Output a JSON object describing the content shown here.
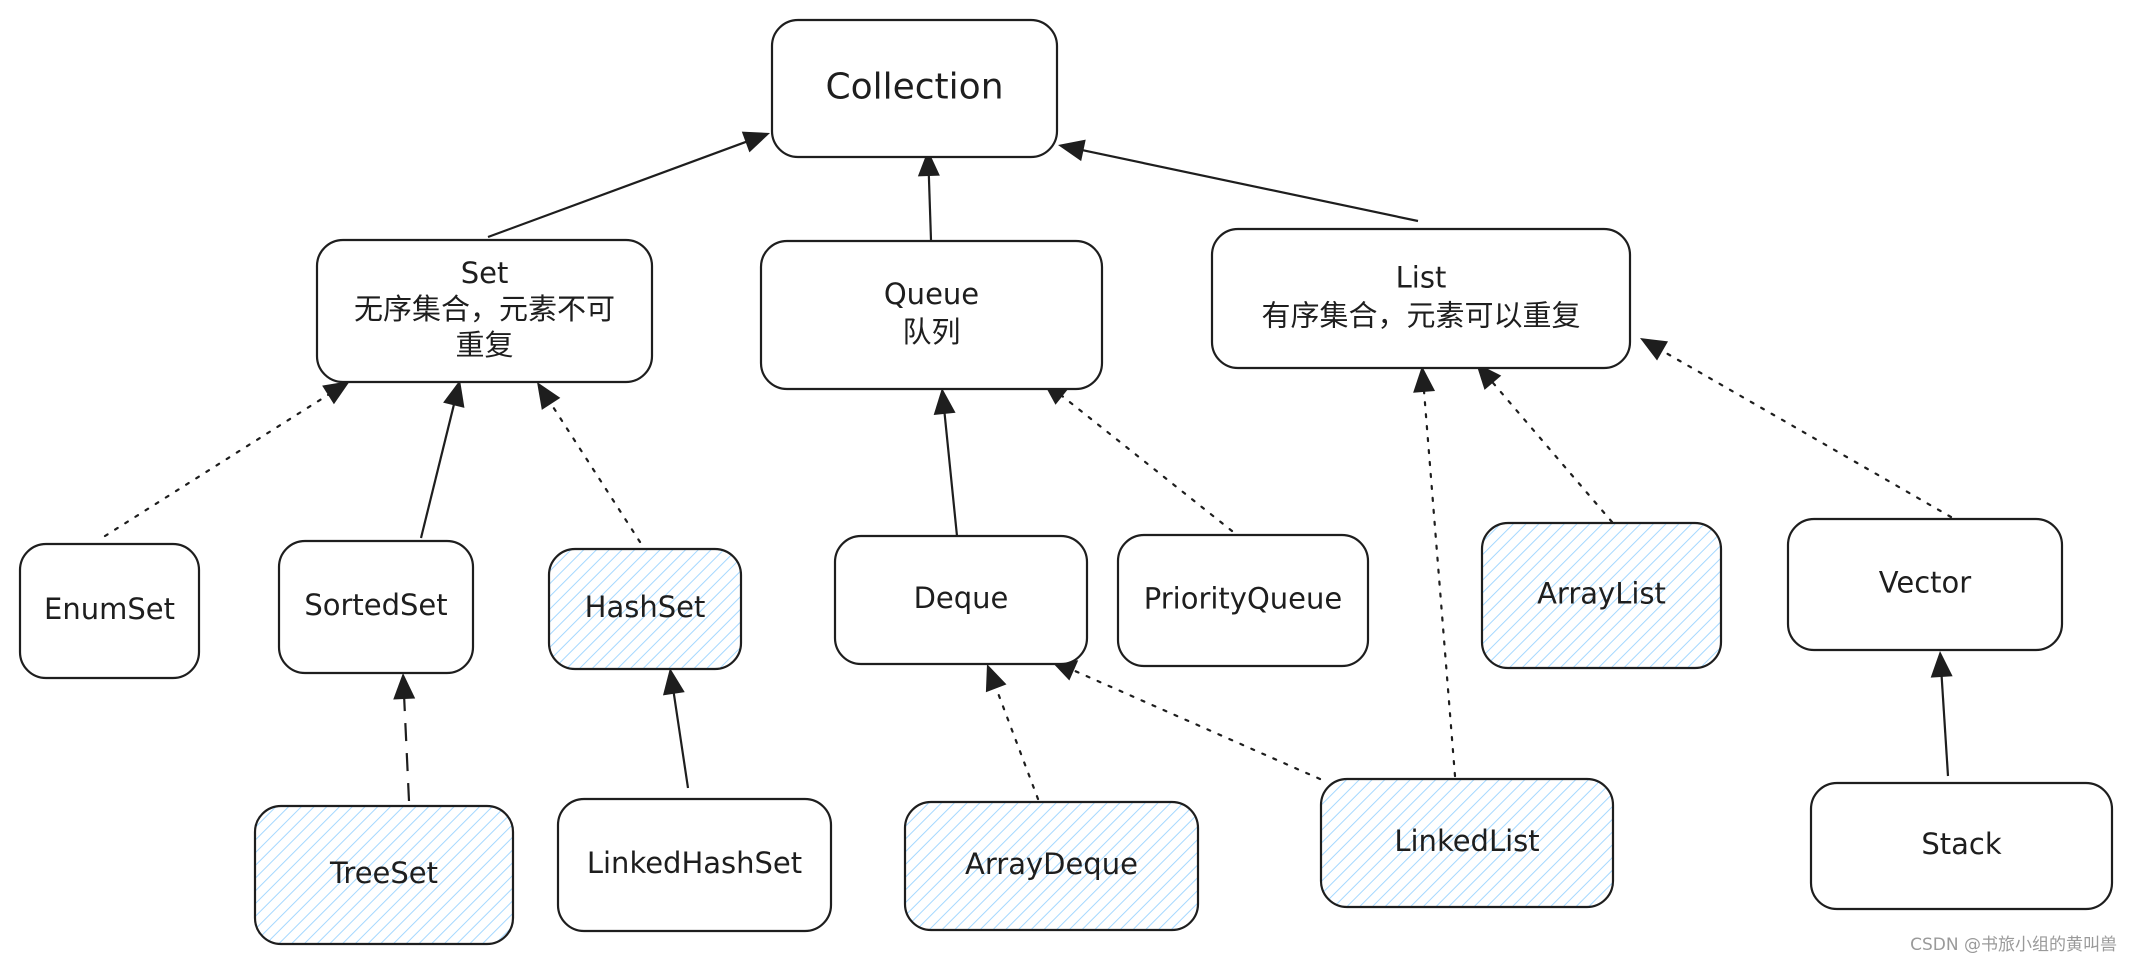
{
  "nodes": [
    {
      "id": "collection",
      "lines": [
        "Collection"
      ],
      "hatched": false
    },
    {
      "id": "set",
      "lines": [
        "Set",
        "无序集合，元素不可",
        "重复"
      ],
      "hatched": false
    },
    {
      "id": "queue",
      "lines": [
        "Queue",
        "队列"
      ],
      "hatched": false
    },
    {
      "id": "list",
      "lines": [
        "List",
        "有序集合，元素可以重复"
      ],
      "hatched": false
    },
    {
      "id": "enumset",
      "lines": [
        "EnumSet"
      ],
      "hatched": false
    },
    {
      "id": "sortedset",
      "lines": [
        "SortedSet"
      ],
      "hatched": false
    },
    {
      "id": "hashset",
      "lines": [
        "HashSet"
      ],
      "hatched": true
    },
    {
      "id": "deque",
      "lines": [
        "Deque"
      ],
      "hatched": false
    },
    {
      "id": "priorityqueue",
      "lines": [
        "PriorityQueue"
      ],
      "hatched": false
    },
    {
      "id": "arraylist",
      "lines": [
        "ArrayList"
      ],
      "hatched": true
    },
    {
      "id": "vector",
      "lines": [
        "Vector"
      ],
      "hatched": false
    },
    {
      "id": "treeset",
      "lines": [
        "TreeSet"
      ],
      "hatched": true
    },
    {
      "id": "linkedhashset",
      "lines": [
        "LinkedHashSet"
      ],
      "hatched": false
    },
    {
      "id": "arraydeque",
      "lines": [
        "ArrayDeque"
      ],
      "hatched": true
    },
    {
      "id": "linkedlist",
      "lines": [
        "LinkedList"
      ],
      "hatched": true
    },
    {
      "id": "stack",
      "lines": [
        "Stack"
      ],
      "hatched": false
    }
  ],
  "edges": [
    {
      "from": "set",
      "to": "collection",
      "style": "solid"
    },
    {
      "from": "queue",
      "to": "collection",
      "style": "solid"
    },
    {
      "from": "list",
      "to": "collection",
      "style": "solid"
    },
    {
      "from": "enumset",
      "to": "set",
      "style": "dotted"
    },
    {
      "from": "sortedset",
      "to": "set",
      "style": "solid"
    },
    {
      "from": "hashset",
      "to": "set",
      "style": "dotted"
    },
    {
      "from": "deque",
      "to": "queue",
      "style": "solid"
    },
    {
      "from": "priorityqueue",
      "to": "queue",
      "style": "dotted"
    },
    {
      "from": "linkedlist",
      "to": "list",
      "style": "dotted"
    },
    {
      "from": "arraylist",
      "to": "list",
      "style": "dotted"
    },
    {
      "from": "vector",
      "to": "list",
      "style": "dotted"
    },
    {
      "from": "treeset",
      "to": "sortedset",
      "style": "dashed"
    },
    {
      "from": "linkedhashset",
      "to": "hashset",
      "style": "solid"
    },
    {
      "from": "arraydeque",
      "to": "deque",
      "style": "dotted"
    },
    {
      "from": "linkedlist",
      "to": "deque",
      "style": "dotted"
    },
    {
      "from": "stack",
      "to": "vector",
      "style": "solid"
    }
  ],
  "colors": {
    "stroke": "#1e1e1e",
    "hatch": "#a5d8ff",
    "background": "#ffffff",
    "watermark": "#9a9a9a"
  },
  "watermark": "CSDN @书旅小组的黄叫兽"
}
